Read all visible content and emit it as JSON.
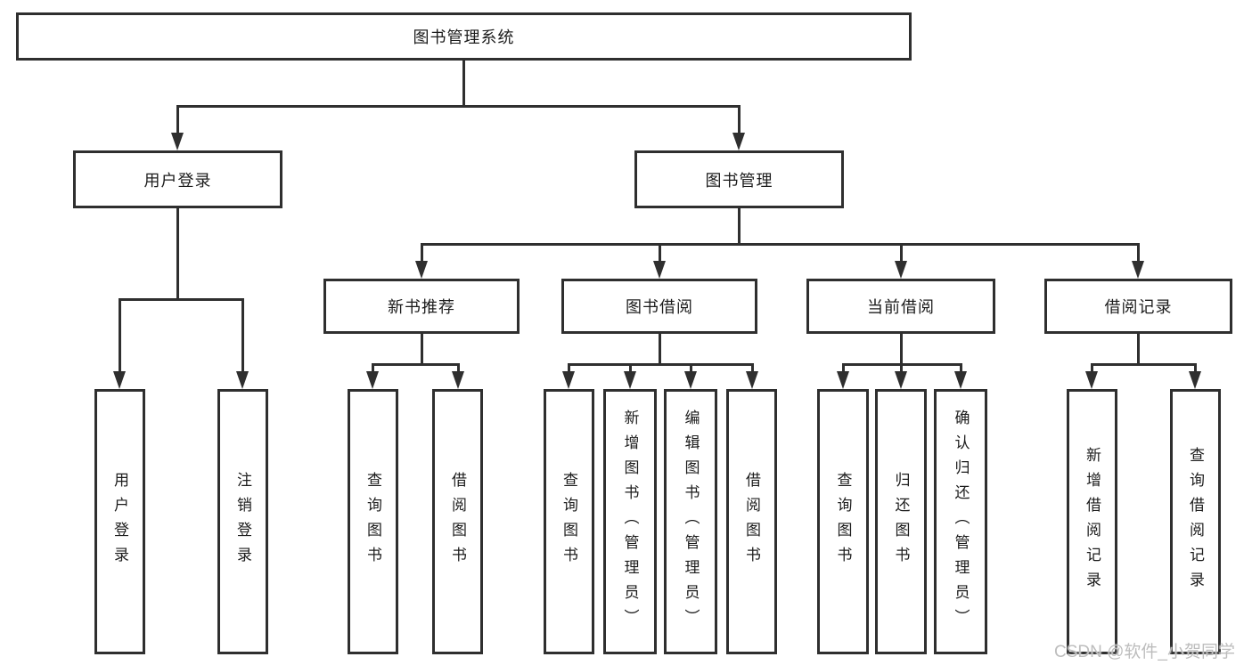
{
  "colors": {
    "background": "#ffffff",
    "box_fill": "#ffffff",
    "box_border": "#2f2f2f",
    "line": "#2f2f2f",
    "text": "#1c1c1c",
    "watermark": "#bdbdbd"
  },
  "nodes": {
    "root": {
      "label": "图书管理系统"
    },
    "user_login": {
      "label": "用户登录"
    },
    "book_management": {
      "label": "图书管理"
    },
    "new_book_recommend": {
      "label": "新书推荐"
    },
    "book_borrowing": {
      "label": "图书借阅"
    },
    "current_borrowing": {
      "label": "当前借阅"
    },
    "borrowing_records": {
      "label": "借阅记录"
    },
    "leaves": {
      "user_login": {
        "label": "用户登录"
      },
      "logout": {
        "label": "注销登录"
      },
      "nb_query_books": {
        "label": "查询图书"
      },
      "nb_borrow_books": {
        "label": "借阅图书"
      },
      "bb_query_books": {
        "label": "查询图书"
      },
      "bb_add_books": {
        "label": "新增图书（管理员）"
      },
      "bb_edit_books": {
        "label": "编辑图书（管理员）"
      },
      "bb_borrow_books": {
        "label": "借阅图书"
      },
      "cb_query_books": {
        "label": "查询图书"
      },
      "cb_return_books": {
        "label": "归还图书"
      },
      "cb_confirm_return": {
        "label": "确认归还（管理员）"
      },
      "br_add_record": {
        "label": "新增借阅记录"
      },
      "br_query_record": {
        "label": "查询借阅记录"
      }
    }
  },
  "edges": [
    [
      "root",
      "user_login"
    ],
    [
      "root",
      "book_management"
    ],
    [
      "user_login",
      "leaves.user_login"
    ],
    [
      "user_login",
      "leaves.logout"
    ],
    [
      "book_management",
      "new_book_recommend"
    ],
    [
      "book_management",
      "book_borrowing"
    ],
    [
      "book_management",
      "current_borrowing"
    ],
    [
      "book_management",
      "borrowing_records"
    ],
    [
      "new_book_recommend",
      "leaves.nb_query_books"
    ],
    [
      "new_book_recommend",
      "leaves.nb_borrow_books"
    ],
    [
      "book_borrowing",
      "leaves.bb_query_books"
    ],
    [
      "book_borrowing",
      "leaves.bb_add_books"
    ],
    [
      "book_borrowing",
      "leaves.bb_edit_books"
    ],
    [
      "book_borrowing",
      "leaves.bb_borrow_books"
    ],
    [
      "current_borrowing",
      "leaves.cb_query_books"
    ],
    [
      "current_borrowing",
      "leaves.cb_return_books"
    ],
    [
      "current_borrowing",
      "leaves.cb_confirm_return"
    ],
    [
      "borrowing_records",
      "leaves.br_add_record"
    ],
    [
      "borrowing_records",
      "leaves.br_query_record"
    ]
  ],
  "watermark": {
    "text": "CSDN @软件_小贺同学"
  }
}
